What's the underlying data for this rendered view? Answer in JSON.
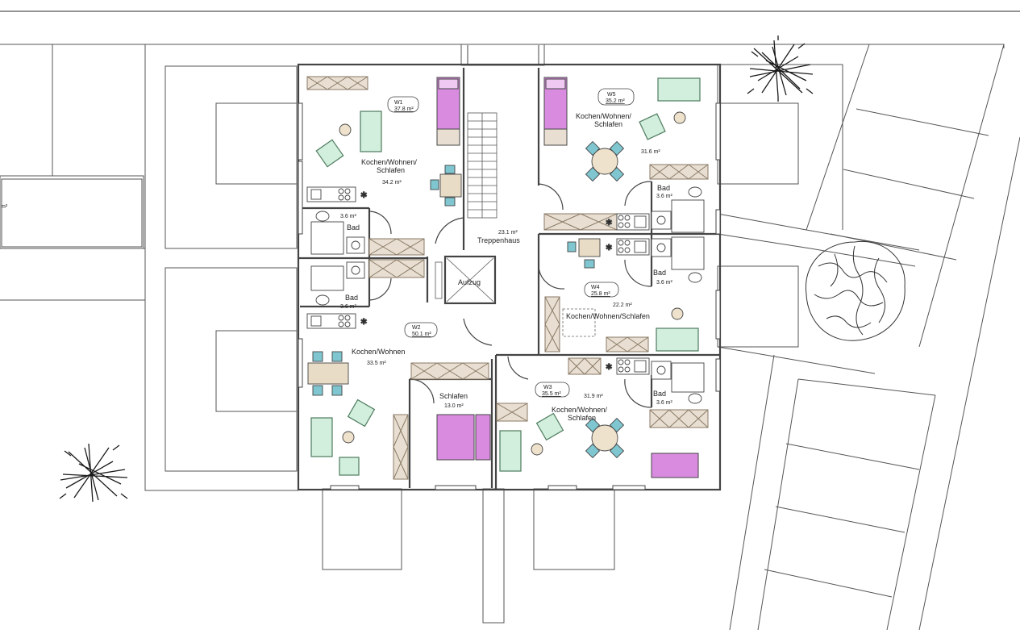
{
  "colors": {
    "wall": "#444444",
    "line": "#555555",
    "kitchen": "#e8dfd2",
    "kitchen_x": "#8a7a66",
    "bed": "#d98be0",
    "sofa": "#d2eedc",
    "sofa_stroke": "#4d7b5e",
    "chair": "#7fc6d0",
    "table": "#e9dcc6",
    "round": "#efe2cc",
    "tree": "#1a1a1a"
  },
  "left_building": {
    "area": "m²"
  },
  "apartments": {
    "w1": {
      "tag": "W1",
      "area": "37.8 m²",
      "room": "Kochen/Wohnen/",
      "room2": "Schlafen",
      "room_area": "34.2 m²",
      "bath": "Bad",
      "bath_area": "3.6 m²"
    },
    "w2": {
      "tag": "W2",
      "area": "50.1 m²",
      "room": "Kochen/Wohnen",
      "room_area": "33.5 m²",
      "bath": "Bad",
      "bath_area": "3.6 m²",
      "bedroom": "Schlafen",
      "bedroom_area": "13.0 m²"
    },
    "w3": {
      "tag": "W3",
      "area": "35.5 m²",
      "room": "Kochen/Wohnen/",
      "room2": "Schlafen",
      "room_area": "31.9 m²",
      "bath": "Bad",
      "bath_area": "3.6 m²"
    },
    "w4": {
      "tag": "W4",
      "area": "25.8 m²",
      "room": "Kochen/Wohnen/Schlafen",
      "room_area": "22.2 m²",
      "bath": "Bad",
      "bath_area": "3.6 m²"
    },
    "w5": {
      "tag": "W5",
      "area": "35.2 m²",
      "room": "Kochen/Wohnen/",
      "room2": "Schlafen",
      "room_area": "31.6 m²",
      "bath": "Bad",
      "bath_area": "3.6 m²"
    }
  },
  "core": {
    "stair_area": "23.1 m²",
    "stair_label": "Treppenhaus",
    "lift_label": "Aufzug"
  }
}
